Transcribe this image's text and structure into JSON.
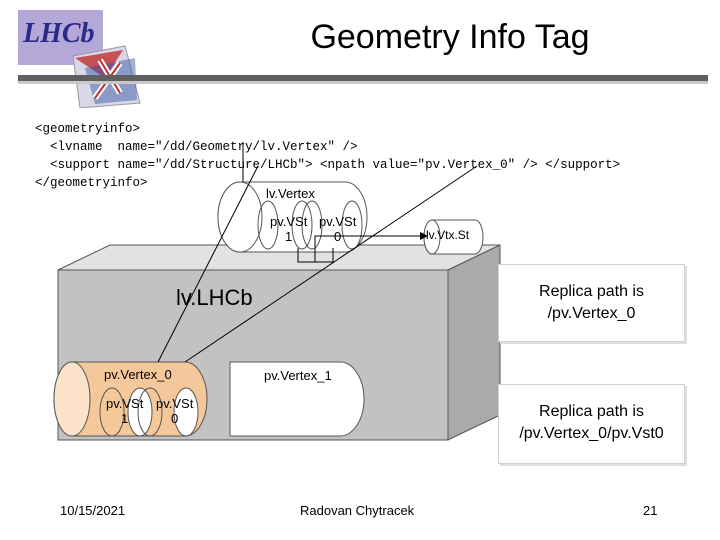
{
  "logo": {
    "text": "LHCb"
  },
  "title": "Geometry Info Tag",
  "code_lines": [
    "<geometryinfo>",
    "  <lvname  name=\"/dd/Geometry/lv.Vertex\" />",
    "  <support name=\"/dd/Structure/LHCb\"> <npath value=\"pv.Vertex_0\" /> </support>",
    "</geometryinfo>"
  ],
  "diagram": {
    "lv_vertex_label": "lv.Vertex",
    "pvst1_line1": "pv.VSt",
    "pvst1_line2": "1",
    "pvst0_line1": "pv.VSt",
    "pvst0_line2": "0",
    "lvvtxst_label": "lv.Vtx.St",
    "lv_lhcb_label": "lv.LHCb",
    "pv_vertex0_label": "pv.Vertex_0",
    "pv_vertex1_label": "pv.Vertex_1",
    "inner_pvst1_line1": "pv.VSt",
    "inner_pvst1_line2": "1",
    "inner_pvst0_line1": "pv.VSt",
    "inner_pvst0_line2": "0"
  },
  "callouts": {
    "replica1": {
      "line1": "Replica path is",
      "line2": "/pv.Vertex_0"
    },
    "replica2": {
      "line1": "Replica path is",
      "line2": "/pv.Vertex_0/pv.Vst0"
    }
  },
  "footer": {
    "date": "10/15/2021",
    "author": "Radovan Chytracek",
    "page": "21"
  }
}
